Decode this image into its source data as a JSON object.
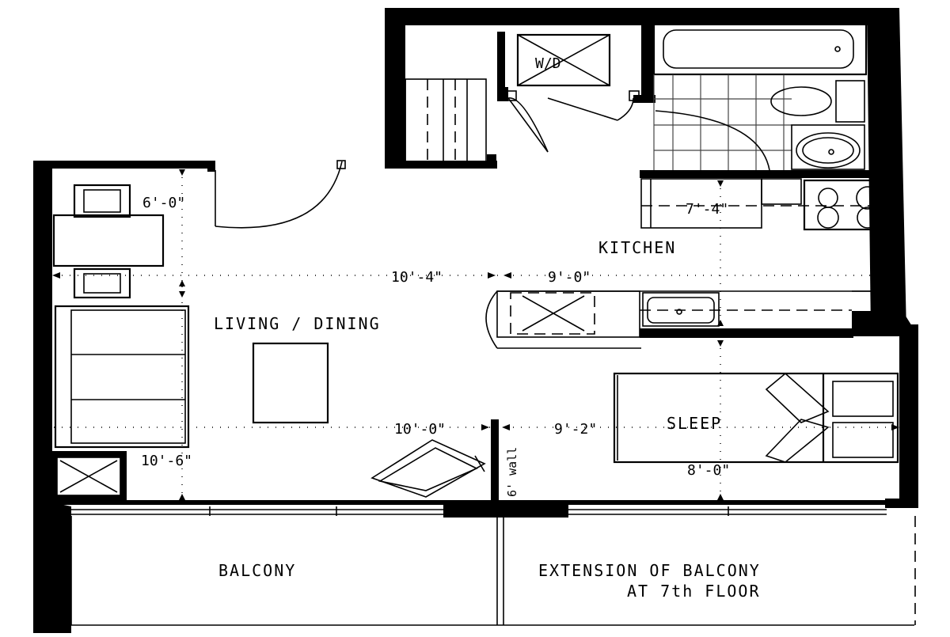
{
  "rooms": {
    "kitchen": "KITCHEN",
    "living_dining": "LIVING / DINING",
    "sleep": "SLEEP",
    "balcony": "BALCONY",
    "extension_line1": "EXTENSION OF BALCONY",
    "extension_line2": "AT 7th FLOOR"
  },
  "fixtures": {
    "washer_dryer": "W/D"
  },
  "dimensions": {
    "living_width_top": "6'-0\"",
    "living_length": "10'-4\"",
    "kitchen_length": "9'-0\"",
    "kitchen_depth": "7'-4\"",
    "living_width": "10'-0\"",
    "sleep_length": "9'-2\"",
    "living_depth": "10'-6\"",
    "sleep_depth": "8'-0\""
  },
  "notes": {
    "partial_wall": "6' wall"
  }
}
